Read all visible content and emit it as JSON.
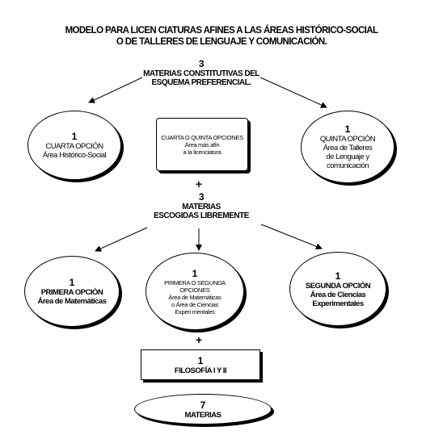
{
  "title": {
    "line1": "MODELO PARA LICEN CIATURAS AFINES A LAS ÁREAS HISTÓRICO-SOCIAL",
    "line2": "O DE TALLERES DE LENGUAJE Y COMUNICACIÓN."
  },
  "group1": {
    "count": "3",
    "label_line1": "MATERIAS CONSTITUTIVAS DEL",
    "label_line2": "ESQUEMA PREFERENCIAL.",
    "left": {
      "count": "1",
      "title": "CUARTA OPCIÓN",
      "area": "Área Histórico-Social"
    },
    "center": {
      "line1": "CUARTA O QUINTA OPCIONES",
      "line2": "Área más afín",
      "line3": "a la licenciatura"
    },
    "right": {
      "count": "1",
      "title": "QUINTA OPCIÓN",
      "area_line1": "Área de Talleres",
      "area_line2": "de Lenguaje y",
      "area_line3": "comunicación"
    }
  },
  "plus1": "+",
  "group2": {
    "count": "3",
    "label_line1": "MATERIAS",
    "label_line2": "ESCOGIDAS LIBREMENTE",
    "left": {
      "count": "1",
      "title": "PRIMERA OPCIÓN",
      "area": "Área de Matemáticas"
    },
    "center": {
      "count": "1",
      "line1": "PRIMERA O SEGUNDA",
      "line2": "OPCIONES",
      "line3": "Área de Matemáticas",
      "line4": "o Área de Ciencias",
      "line5": "Experi mentales"
    },
    "right": {
      "count": "1",
      "title": "SEGUNDA OPCIÓN",
      "area_line1": "Área de Ciencias",
      "area_line2": "Experimentales"
    }
  },
  "plus2": "+",
  "philosophy": {
    "count": "1",
    "label": "FILOSOFÍA I Y II"
  },
  "total": {
    "count": "7",
    "label": "MATERIAS"
  }
}
